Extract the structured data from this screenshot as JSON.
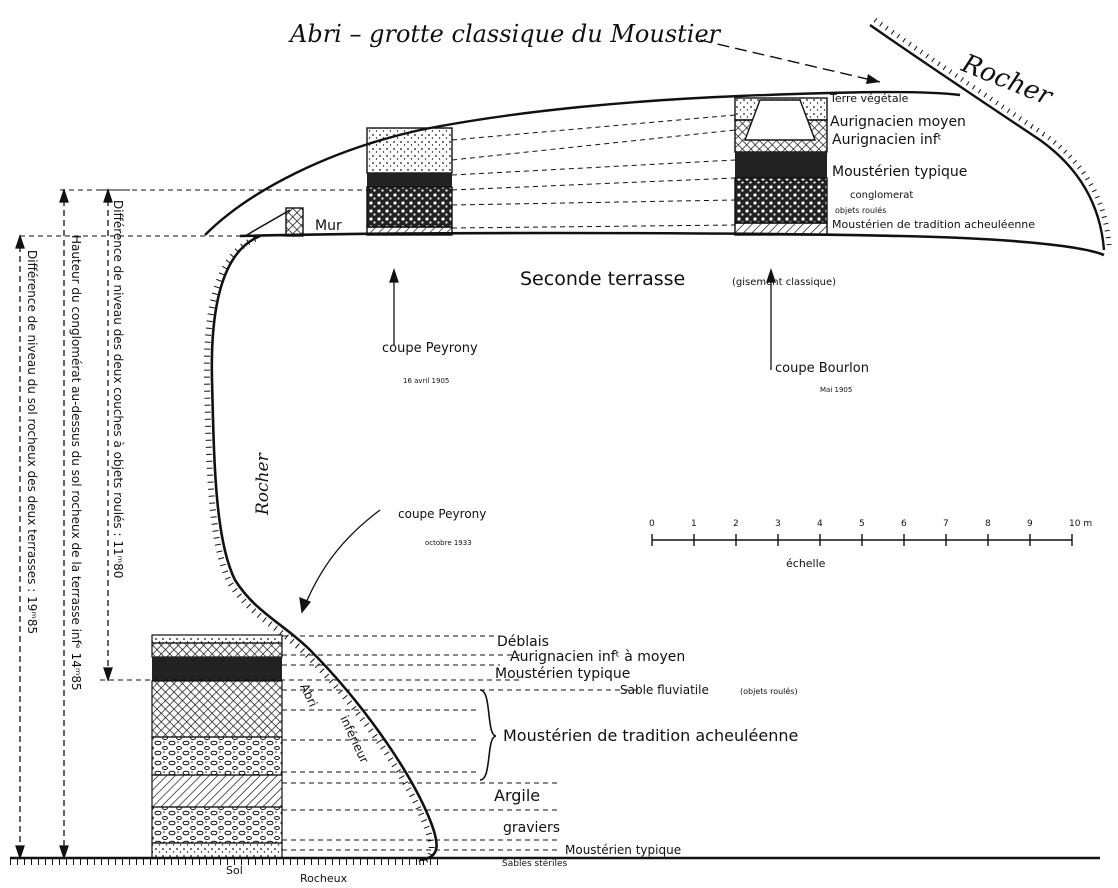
{
  "title": "Abri – grotte classique du Moustier",
  "rock_label_top": "Rocher",
  "rock_label_wall": "Rocher",
  "mur_label": "Mur",
  "terrace": {
    "label": "Seconde terrasse",
    "note": "(gisement classique)"
  },
  "upper_layers": [
    "Terre végétale",
    "Aurignacien moyen",
    "Aurignacien infᵗ",
    "Moustérien typique",
    "conglomerat",
    "objets roulés",
    "Moustérien de tradition acheuléenne"
  ],
  "sections": {
    "peyrony_1905": {
      "label": "coupe Peyrony",
      "date": "16 avril 1905"
    },
    "bourlon": {
      "label": "coupe Bourlon",
      "date": "Mai 1905"
    },
    "peyrony_1933": {
      "label": "coupe Peyrony",
      "date": "octobre 1933"
    }
  },
  "lower_layers": [
    "Déblais",
    "Aurignacien infᵗ à moyen",
    "Moustérien typique",
    "Sable fluviatile",
    "(objets roulés)",
    "Moustérien de tradition acheuléenne",
    "Argile",
    "graviers",
    "Moustérien typique",
    "Sables stériles"
  ],
  "abri_label": "Abri",
  "inferieur_label": "inférieur",
  "sol_label": "Sol",
  "rocheux_label": "Rocheux",
  "scale": {
    "ticks": [
      "0",
      "1",
      "2",
      "3",
      "4",
      "5",
      "6",
      "7",
      "8",
      "9",
      "10 m"
    ],
    "label": "échelle"
  },
  "dimensions": {
    "difference_couches": "Différence de niveau des deux couches à objets roulés : 11ᵐ80",
    "hauteur_conglomerat": "Hauteur du conglomérat au-dessus du sol rocheux de la terrasse infᵉ 14ᵐ85",
    "difference_sol": "Différence de niveau du sol rocheux des deux terrasses : 19ᵐ85"
  }
}
